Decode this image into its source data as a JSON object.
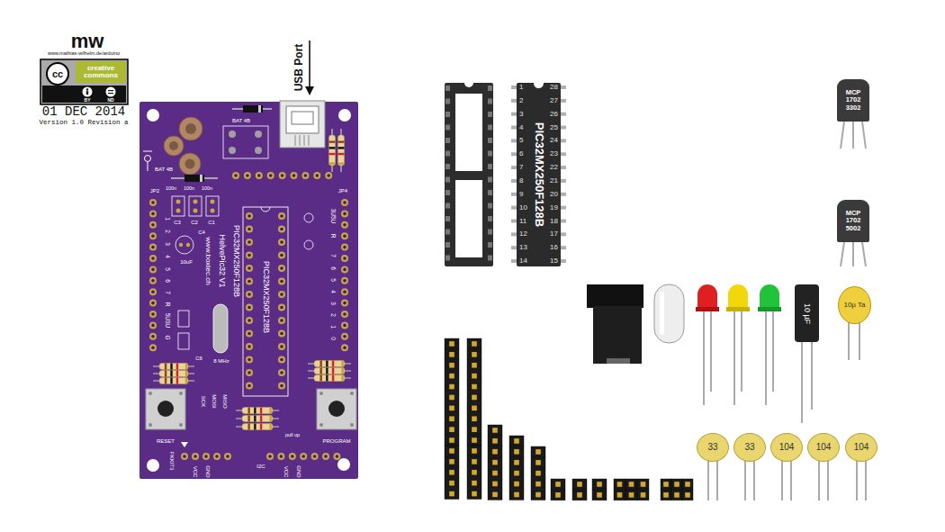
{
  "diagram": {
    "nodes": [
      {
        "text": [
          "PIC32MX250F128B",
          "1",
          "28",
          "2",
          "27",
          "3",
          "26",
          "4",
          "25",
          "5",
          "24",
          "6",
          "23",
          "7",
          "22",
          "8",
          "21",
          "9",
          "20",
          "10",
          "19",
          "11",
          "18",
          "12",
          "17",
          "13",
          "16",
          "14",
          "15"
        ]
      },
      {
        "text": [
          "MCP 1702 3302"
        ]
      },
      {
        "text": [
          "MCP 1702 5002"
        ]
      },
      {
        "text": [
          "10 µF"
        ]
      },
      {
        "text": [
          "10µ Ta"
        ]
      },
      {
        "text": [
          "33"
        ]
      },
      {
        "text": [
          "33"
        ]
      },
      {
        "text": [
          "104"
        ]
      },
      {
        "text": [
          "104"
        ]
      },
      {
        "text": [
          "104"
        ]
      }
    ],
    "labels": [
      "mw",
      "www.mathias-wilhelm.de/arduino",
      "creative commons",
      "cc",
      "BY",
      "ND",
      "01 DEC 2014",
      "Version 1.0 Revision a",
      "USB Port",
      "BAT 4B",
      "BAT 4B",
      "JP2",
      "JP4",
      "100n",
      "100n",
      "100n",
      "C3",
      "C2",
      "C1",
      "C4",
      "10uF",
      "PIC32MX250F128B",
      "HelvePic32 V1",
      "www.boxtec.ch",
      "PIC32MX250F128B",
      "1",
      "2",
      "3",
      "4",
      "5",
      "6",
      "7",
      "R",
      "5U3U",
      "G",
      "3U5U",
      "R",
      "7",
      "6",
      "5",
      "4",
      "3",
      "2",
      "1",
      "0",
      "8 MHz",
      "C6",
      "SCK",
      "MOSI",
      "MISO",
      "RESET",
      "PROGRAM",
      "PKKIT3",
      "VCC",
      "GND",
      "I2C",
      "VCC",
      "GND",
      "pull up"
    ]
  }
}
